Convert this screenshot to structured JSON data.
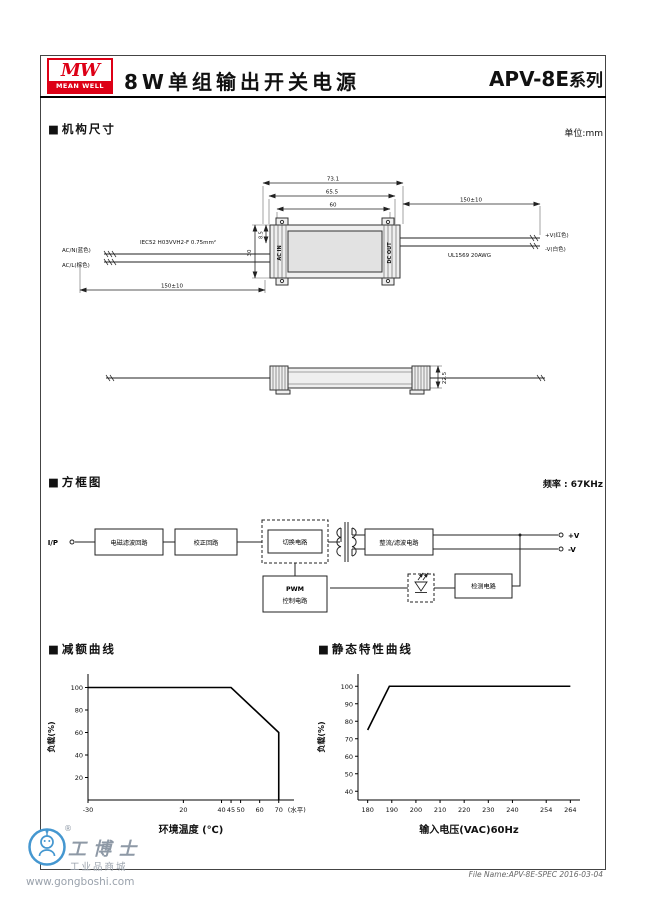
{
  "header": {
    "logo_mw": "MW",
    "logo_brand": "MEAN WELL",
    "title": "8W单组输出开关电源",
    "series": "APV-8E",
    "series_suffix": "系列"
  },
  "section_marker": "■",
  "sections": {
    "mech": {
      "title": "机构尺寸",
      "unit": "单位:mm"
    },
    "block": {
      "title": "方框图",
      "freq": "频率 : 67KHz"
    },
    "derating": {
      "title": "减额曲线"
    },
    "static": {
      "title": "静态特性曲线"
    }
  },
  "mech": {
    "dims": {
      "overall_width": "73.1",
      "body_width": "65.5",
      "inner_width": "60",
      "output_cable": "150±10",
      "input_cable": "150±10",
      "height": "30",
      "ear": "8.5",
      "depth": "22.5"
    },
    "labels": {
      "input_cable_spec": "IEC52 H03VVH2-F  0.75mm²",
      "ac_n": "AC/N(蓝色)",
      "ac_l": "AC/L(棕色)",
      "output_cable_spec": "UL1569  20AWG",
      "v_plus": "+V(红色)",
      "v_minus": "-V(白色)",
      "ac_in": "AC IN",
      "dc_out": "DC OUT"
    }
  },
  "block": {
    "input": "I/P",
    "emi_filter": "电磁滤波回路",
    "pfc": "校正回路",
    "switching": "切换电路",
    "pwm_line1": "PWM",
    "pwm_line2": "控制电路",
    "rectifier": "整流/滤波电路",
    "detection": "检测电路",
    "out_plus": "+V",
    "out_minus": "-V"
  },
  "chart_data": [
    {
      "type": "line",
      "title": "减额曲线",
      "xlabel": "环境温度 (℃)",
      "ylabel": "负载(%)",
      "xlim": [
        -30,
        78
      ],
      "ylim": [
        0,
        112
      ],
      "x_ticks": [
        -30,
        20,
        40,
        45,
        50,
        60,
        70
      ],
      "y_ticks": [
        20,
        40,
        60,
        80,
        100
      ],
      "x_extra_label": "(水平)",
      "grid": false,
      "legend_position": "none",
      "series": [
        {
          "name": "load_vs_ambient_temp",
          "points": [
            [
              -30,
              100
            ],
            [
              45,
              100
            ],
            [
              70,
              60
            ],
            [
              70,
              0
            ]
          ]
        }
      ]
    },
    {
      "type": "line",
      "title": "静态特性曲线",
      "xlabel": "输入电压(VAC)60Hz",
      "ylabel": "负载(%)",
      "xlim": [
        176,
        268
      ],
      "ylim": [
        35,
        107
      ],
      "x_ticks": [
        180,
        190,
        200,
        210,
        220,
        230,
        240,
        254,
        264
      ],
      "y_ticks": [
        40,
        50,
        60,
        70,
        80,
        90,
        100
      ],
      "grid": false,
      "legend_position": "none",
      "series": [
        {
          "name": "load_vs_input_voltage",
          "points": [
            [
              180,
              75
            ],
            [
              189,
              100
            ],
            [
              264,
              100
            ]
          ]
        }
      ]
    }
  ],
  "footer": {
    "registered": "®",
    "brand": "工博士",
    "sub_brand": "工业品商城",
    "url": "www.gongboshi.com",
    "file_info": "File Name:APV-8E-SPEC  2016-03-04"
  }
}
